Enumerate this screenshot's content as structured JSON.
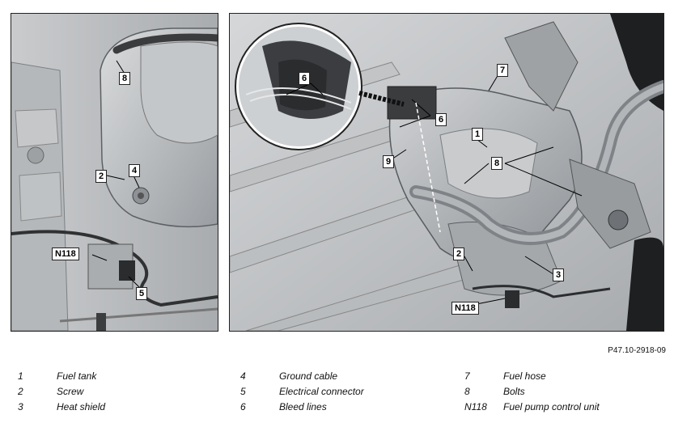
{
  "figure_ref": "P47.10-2918-09",
  "callouts": {
    "left": {
      "c8": "8",
      "c2": "2",
      "c4": "4",
      "n118": "N118",
      "c5": "5"
    },
    "right": {
      "c6_inset": "6",
      "c7": "7",
      "c6": "6",
      "c1": "1",
      "c9": "9",
      "c8": "8",
      "c2": "2",
      "c3": "3",
      "n118": "N118"
    }
  },
  "legend": [
    [
      {
        "num": "1",
        "text": "Fuel tank"
      },
      {
        "num": "2",
        "text": "Screw"
      },
      {
        "num": "3",
        "text": "Heat shield"
      }
    ],
    [
      {
        "num": "4",
        "text": "Ground cable"
      },
      {
        "num": "5",
        "text": "Electrical connector"
      },
      {
        "num": "6",
        "text": "Bleed lines"
      }
    ],
    [
      {
        "num": "7",
        "text": "Fuel hose"
      },
      {
        "num": "8",
        "text": "Bolts"
      },
      {
        "num": "N118",
        "text": "Fuel pump control unit"
      }
    ]
  ],
  "colors": {
    "frame": "#222222",
    "metal": "#b9bcbf",
    "shadow": "#6d7175",
    "dark": "#2a2c2e"
  }
}
